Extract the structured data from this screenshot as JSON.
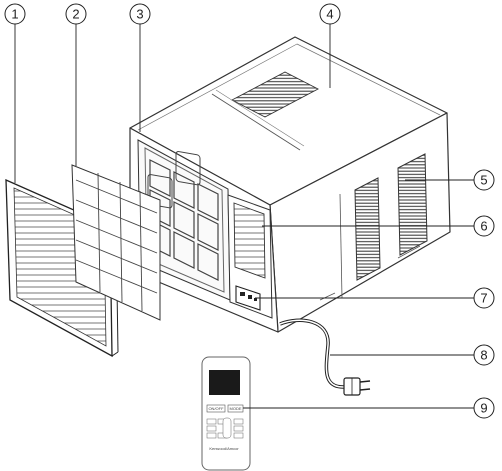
{
  "callouts": [
    {
      "label": "1"
    },
    {
      "label": "2"
    },
    {
      "label": "3"
    },
    {
      "label": "4"
    },
    {
      "label": "5"
    },
    {
      "label": "6"
    },
    {
      "label": "7"
    },
    {
      "label": "8"
    },
    {
      "label": "9"
    }
  ],
  "remote": {
    "buttons": {
      "on_off": "ON/OFF",
      "mode": "MODE"
    },
    "brand": "Kenwood/Amcor"
  }
}
